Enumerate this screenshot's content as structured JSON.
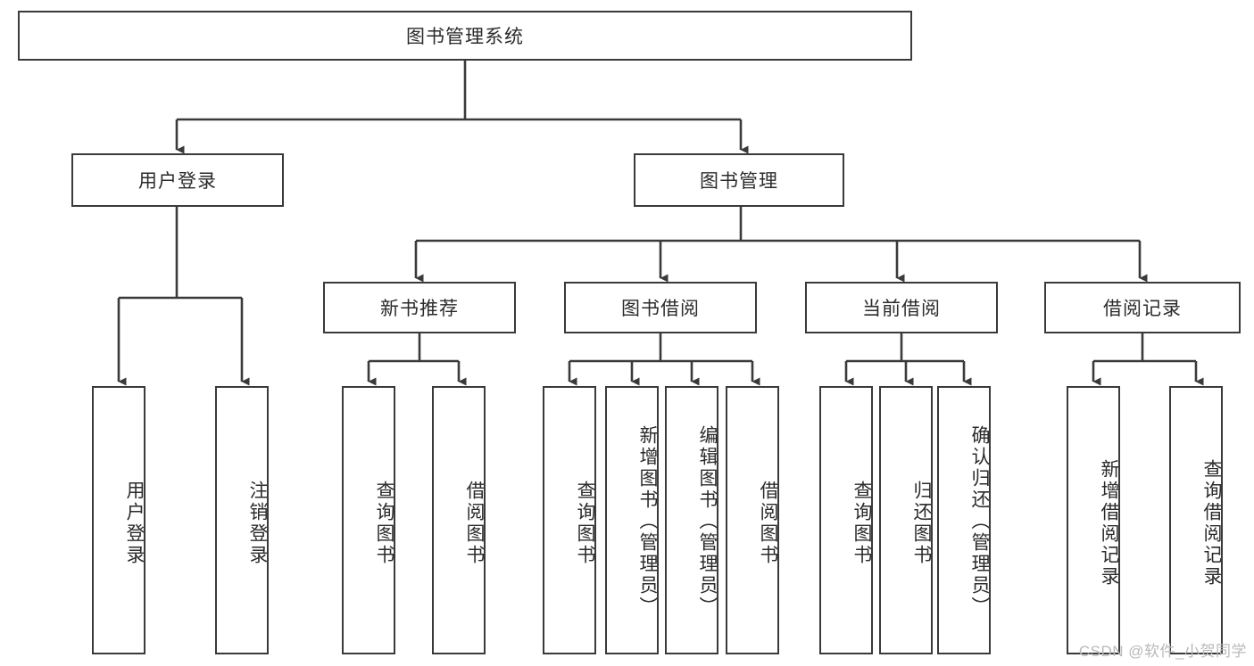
{
  "diagram": {
    "type": "tree-hierarchy",
    "title": "图书管理系统",
    "watermark": "CSDN @软件_小贺同学",
    "colors": {
      "stroke": "#3a3a3a",
      "background": "#ffffff",
      "text": "#2b2b2b",
      "watermark": "#b9b9b9"
    },
    "nodes": {
      "root": {
        "label": "图书管理系统",
        "level": 0,
        "orientation": "horizontal"
      },
      "l1": [
        {
          "id": "user-login",
          "label": "用户登录",
          "orientation": "horizontal"
        },
        {
          "id": "book-manage",
          "label": "图书管理",
          "orientation": "horizontal"
        }
      ],
      "l2": [
        {
          "id": "new-book-rec",
          "label": "新书推荐",
          "orientation": "horizontal",
          "parent": "book-manage"
        },
        {
          "id": "book-borrow",
          "label": "图书借阅",
          "orientation": "horizontal",
          "parent": "book-manage"
        },
        {
          "id": "current-borrow",
          "label": "当前借阅",
          "orientation": "horizontal",
          "parent": "book-manage"
        },
        {
          "id": "borrow-record",
          "label": "借阅记录",
          "orientation": "horizontal",
          "parent": "book-manage"
        }
      ],
      "leaves": [
        {
          "id": "leaf-user-login",
          "label": "用户登录",
          "parent": "user-login",
          "orientation": "vertical"
        },
        {
          "id": "leaf-logout-login",
          "label": "注销登录",
          "parent": "user-login",
          "orientation": "vertical"
        },
        {
          "id": "leaf-query-book-1",
          "label": "查询图书",
          "parent": "new-book-rec",
          "orientation": "vertical"
        },
        {
          "id": "leaf-borrow-book-1",
          "label": "借阅图书",
          "parent": "new-book-rec",
          "orientation": "vertical"
        },
        {
          "id": "leaf-query-book-2",
          "label": "查询图书",
          "parent": "book-borrow",
          "orientation": "vertical"
        },
        {
          "id": "leaf-add-book",
          "label": "新增图书（管理员）",
          "parent": "book-borrow",
          "orientation": "vertical"
        },
        {
          "id": "leaf-edit-book",
          "label": "编辑图书（管理员）",
          "parent": "book-borrow",
          "orientation": "vertical"
        },
        {
          "id": "leaf-borrow-book-2",
          "label": "借阅图书",
          "parent": "book-borrow",
          "orientation": "vertical"
        },
        {
          "id": "leaf-query-book-3",
          "label": "查询图书",
          "parent": "current-borrow",
          "orientation": "vertical"
        },
        {
          "id": "leaf-return-book",
          "label": "归还图书",
          "parent": "current-borrow",
          "orientation": "vertical"
        },
        {
          "id": "leaf-confirm-return",
          "label": "确认归还（管理员）",
          "parent": "current-borrow",
          "orientation": "vertical"
        },
        {
          "id": "leaf-add-record",
          "label": "新增借阅记录",
          "parent": "borrow-record",
          "orientation": "vertical"
        },
        {
          "id": "leaf-query-record",
          "label": "查询借阅记录",
          "parent": "borrow-record",
          "orientation": "vertical"
        }
      ]
    }
  }
}
